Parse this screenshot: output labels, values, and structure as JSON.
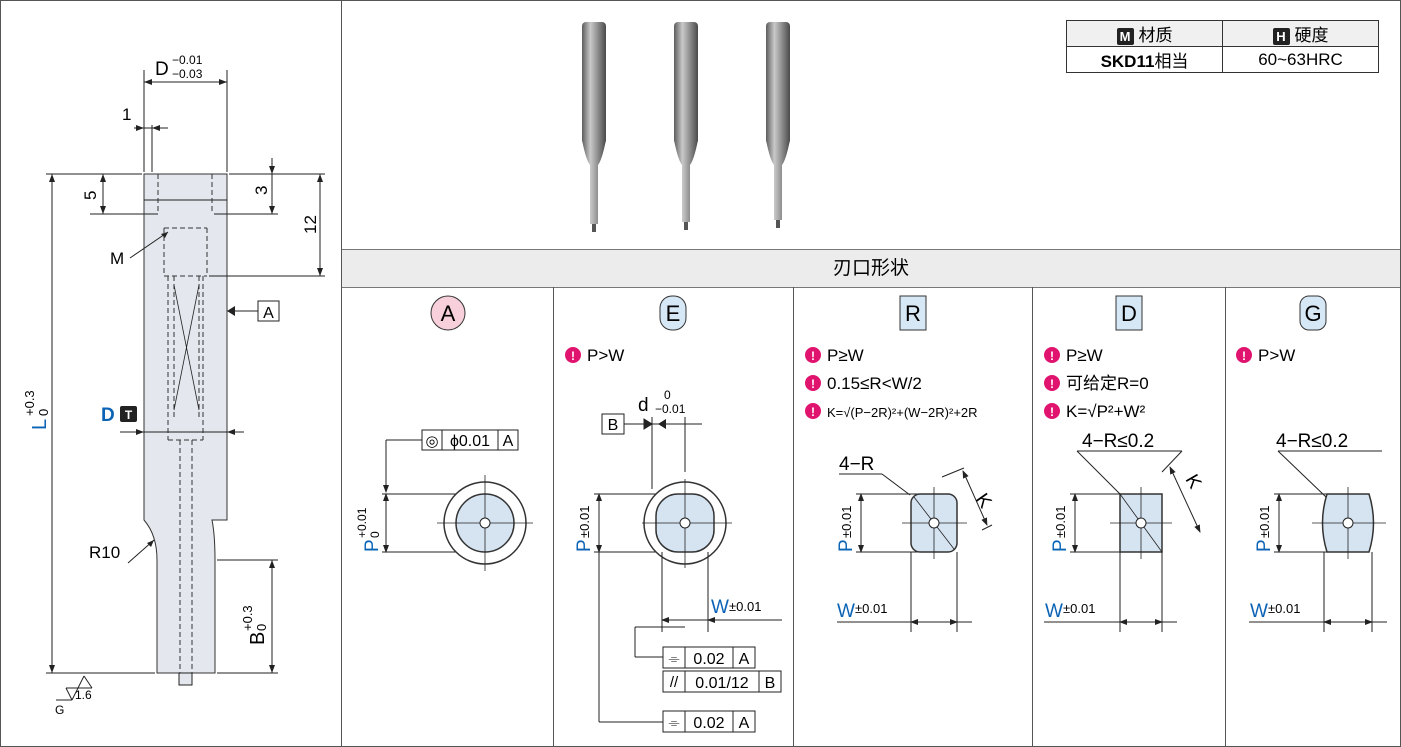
{
  "material_table": {
    "material_icon": "M",
    "material_header": "材质",
    "hardness_icon": "H",
    "hardness_header": "硬度",
    "material_value_bold": "SKD11",
    "material_value_rest": "相当",
    "hardness_value": "60~63HRC"
  },
  "section_title": "刃口形状",
  "drawing": {
    "dim_d": "D",
    "dim_d_upper": "−0.01",
    "dim_d_lower": "−0.03",
    "dim_1": "1",
    "dim_5": "5",
    "dim_3": "3",
    "dim_12": "12",
    "label_m": "M",
    "datum_a": "A",
    "label_l": "L",
    "tol_l_upper": "+0.3",
    "tol_l_lower": "0",
    "label_d_t": "D",
    "t_icon": "T",
    "label_r10": "R10",
    "label_b": "B",
    "tol_b_upper": "+0.3",
    "tol_b_lower": "0",
    "rough_g": "G",
    "rough_val": "1.6"
  },
  "shapes": [
    {
      "badge": "A",
      "badge_color": "#f7d0dc"
    },
    {
      "badge": "E",
      "badge_color": "#d6e7f5"
    },
    {
      "badge": "R",
      "badge_color": "#d6e7f5"
    },
    {
      "badge": "D",
      "badge_color": "#d6e7f5"
    },
    {
      "badge": "G",
      "badge_color": "#d6e7f5"
    }
  ],
  "notes": {
    "e": [
      "P>W"
    ],
    "r": [
      "P≥W",
      "0.15≤R<W/2",
      "K=√(P−2R)²+(W−2R)²+2R"
    ],
    "d": [
      "P≥W",
      "可给定R=0",
      "K=√P²+W²"
    ],
    "g": [
      "P>W"
    ]
  },
  "labels": {
    "conc_symbol": "◎",
    "conc_value": "ϕ0.01",
    "conc_datum": "A",
    "p": "P",
    "p_tol_upper": "+0.01",
    "p_tol_lower": "0",
    "p_tol_pm": "±0.01",
    "w": "W",
    "w_tol": "±0.01",
    "d_small": "d",
    "d_small_upper": "0",
    "d_small_lower": "−0.01",
    "datum_b": "B",
    "sym_symbol": "⌯",
    "sym_value": "0.02",
    "sym_datum": "A",
    "par_symbol": "//",
    "par_value": "0.01/12",
    "par_datum": "B",
    "r_label": "4−R",
    "k_label": "K",
    "r_le": "4−R≤0.2"
  },
  "colors": {
    "blue": "#0b63b5",
    "pink": "#e0146e",
    "part_fill": "#e4e7ee",
    "punch_face": "#d6e4f2"
  }
}
